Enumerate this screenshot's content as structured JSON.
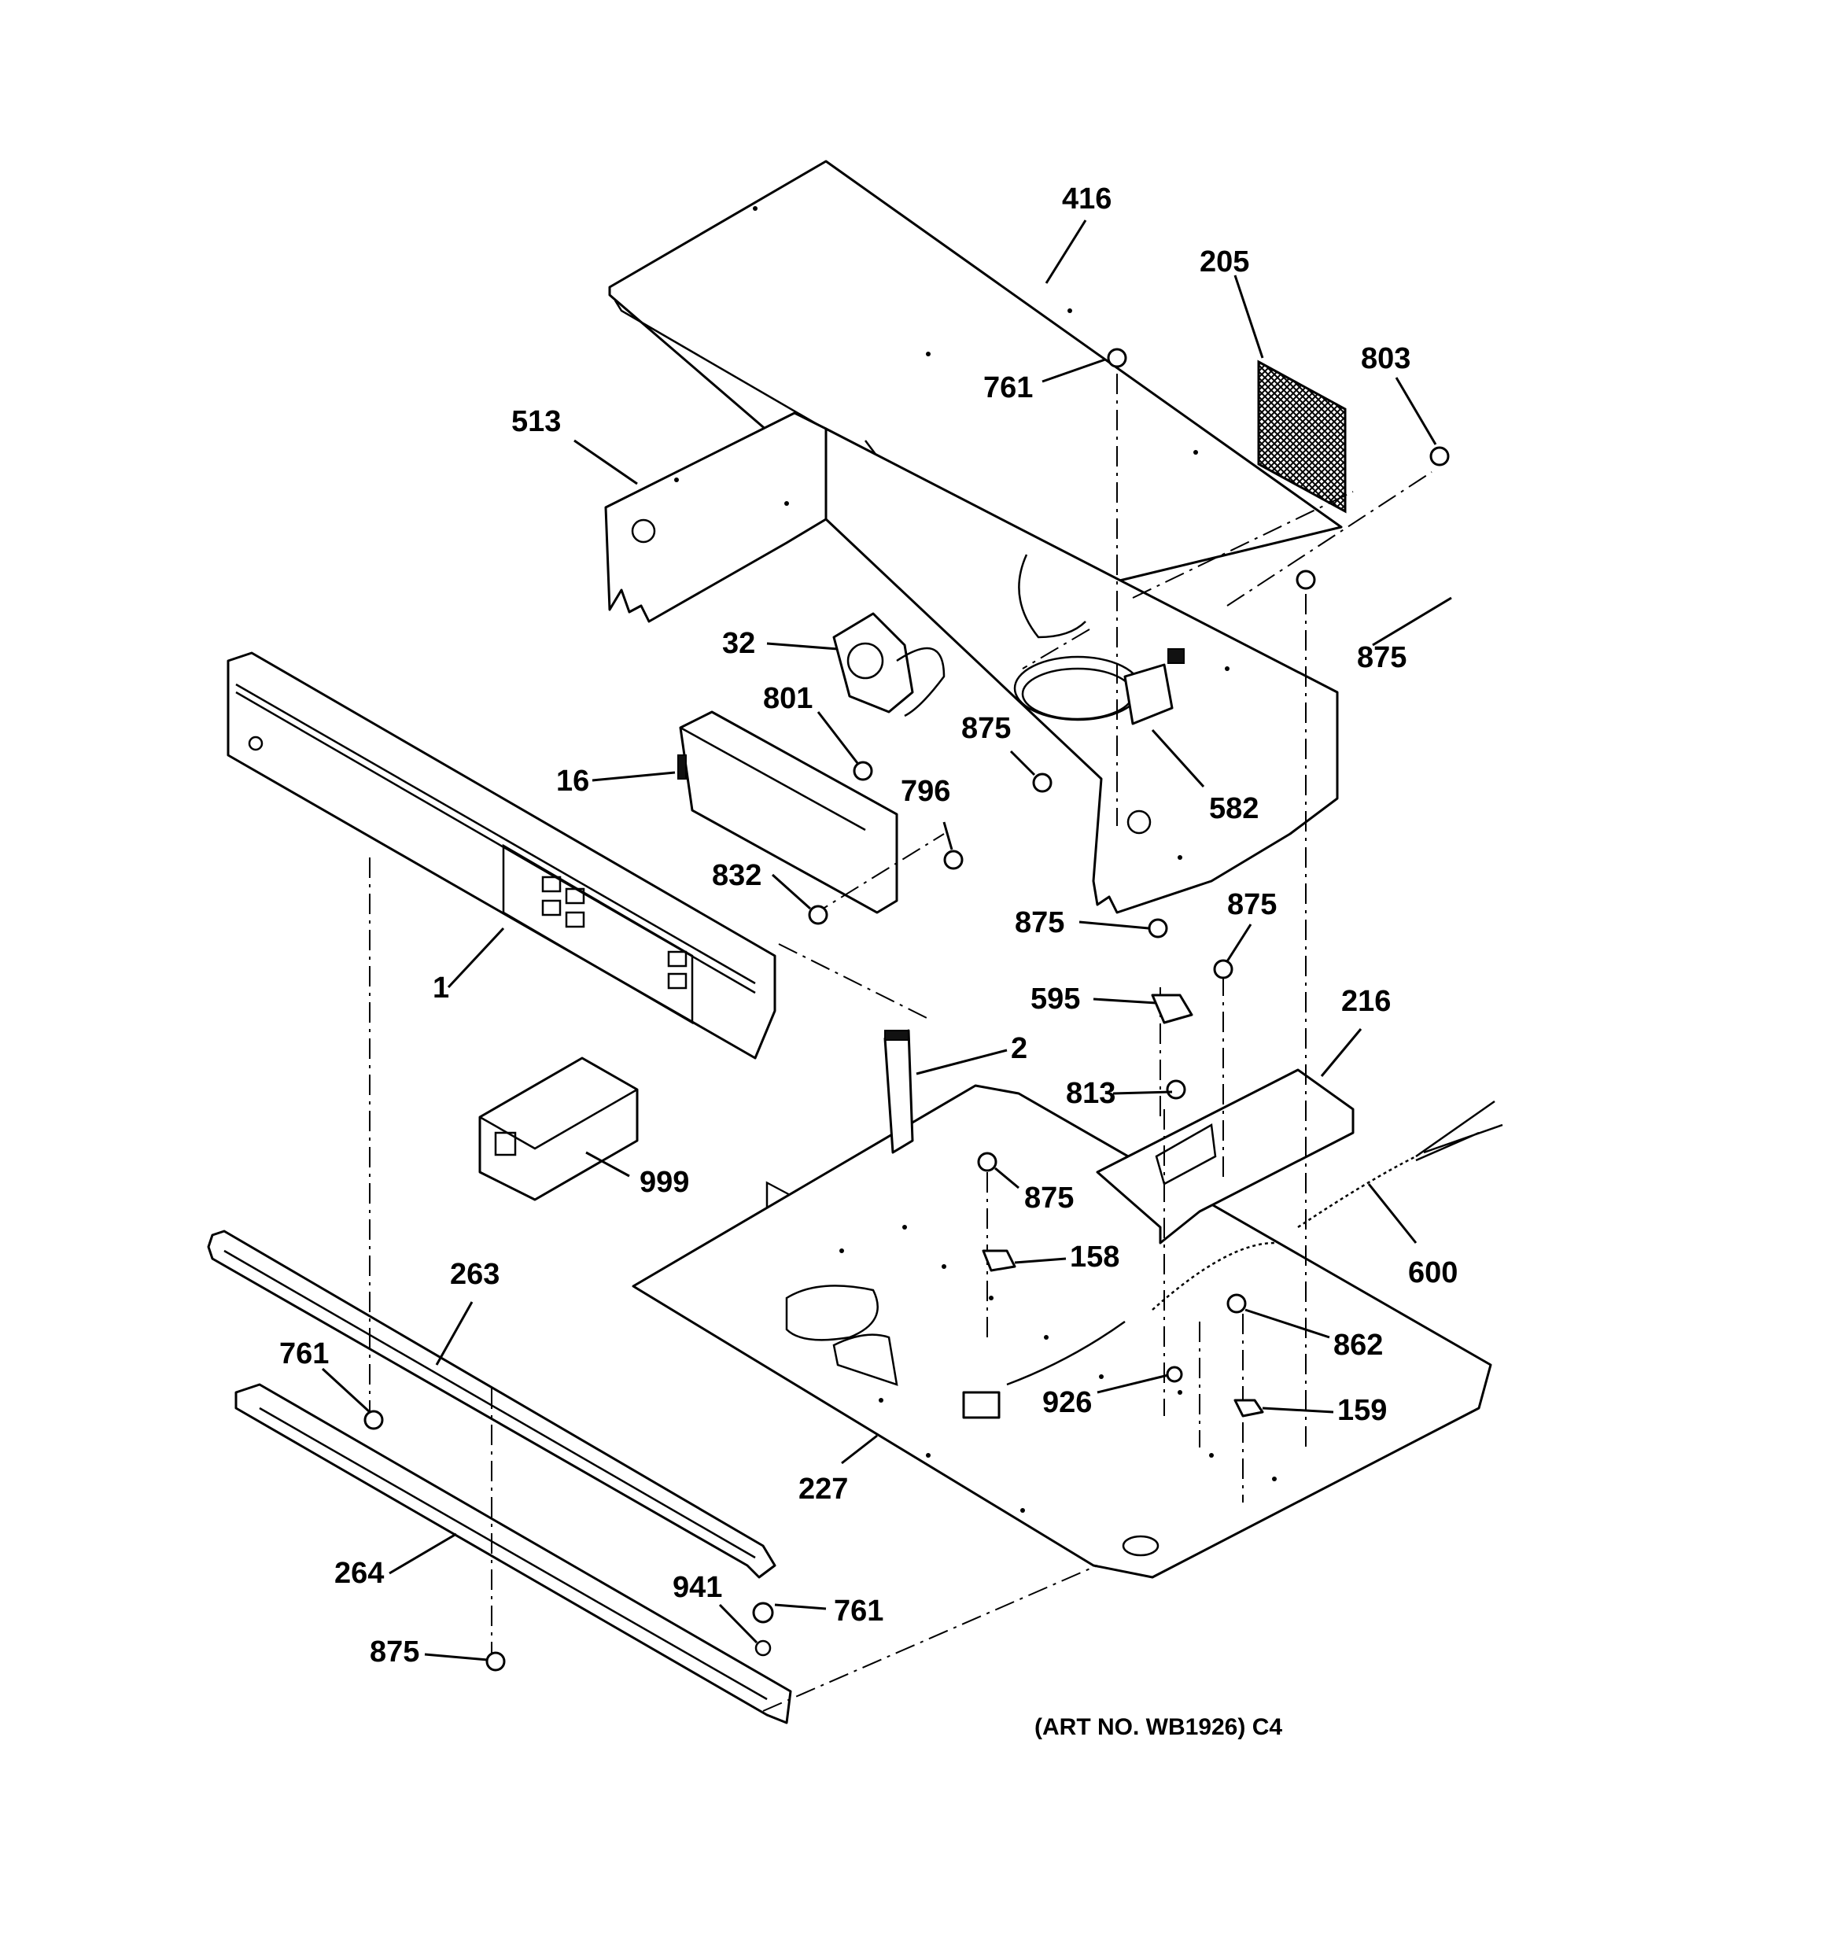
{
  "caption": "(ART NO. WB1926) C4",
  "callouts": {
    "c416": "416",
    "c205": "205",
    "c803": "803",
    "c761a": "761",
    "c513": "513",
    "c875a": "875",
    "c32": "32",
    "c801": "801",
    "c875b": "875",
    "c16": "16",
    "c796": "796",
    "c582": "582",
    "c832": "832",
    "c875c": "875",
    "c875d": "875",
    "c1": "1",
    "c595": "595",
    "c216": "216",
    "c2": "2",
    "c813": "813",
    "c999": "999",
    "c875e": "875",
    "c158": "158",
    "c600": "600",
    "c263": "263",
    "c761b": "761",
    "c862": "862",
    "c926": "926",
    "c159": "159",
    "c227": "227",
    "c264": "264",
    "c941": "941",
    "c761c": "761",
    "c875f": "875"
  }
}
